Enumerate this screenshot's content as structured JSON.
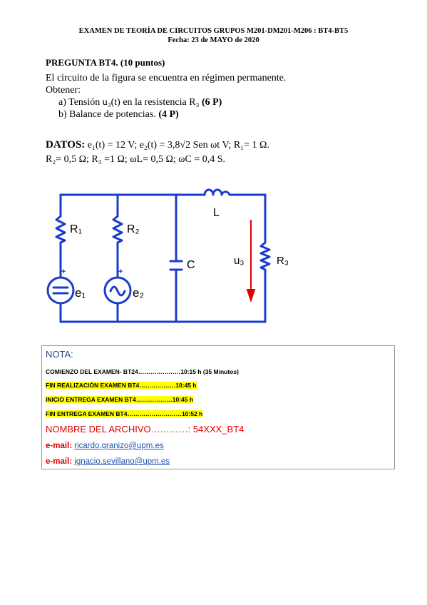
{
  "header": {
    "line1": "EXAMEN DE TEORÍA DE CIRCUITOS GRUPOS M201-DM201-M206 : BT4-BT5",
    "line2": "Fecha: 23 de MAYO de 2020"
  },
  "question": {
    "title": "PREGUNTA BT4. (10 puntos)",
    "line1": "El circuito de la figura se encuentra en régimen permanente.",
    "line2": "Obtener:",
    "item_a_text": "a) Tensión u₃(t) en la resistencia R₃ ",
    "item_a_points": "(6 P)",
    "item_b_text": "b) Balance de potencias. ",
    "item_b_points": "(4 P)"
  },
  "datos": {
    "label": "DATOS:",
    "line1": " e₁(t) = 12 V; e₂(t) = 3,8√2 Sen ωt V; R₁= 1 Ω.",
    "line2": "R₂= 0,5 Ω; R₃ =1 Ω; ωL= 0,5 Ω; ωC = 0,4 S."
  },
  "circuit": {
    "R1": "R₁",
    "R2": "R₂",
    "R3": "R₃",
    "L": "L",
    "C": "C",
    "u3": "u₃",
    "e1": "e₁",
    "e2": "e₂",
    "plus": "+",
    "wire_color": "#1a3ccc",
    "arrow_color": "#e00000"
  },
  "nota": {
    "title": "NOTA:",
    "line1": "COMIENZO DEL EXAMEN- BT24…………………10:15 h (35 Minutos)",
    "line2": "FIN REALIZACIÓN EXAMEN BT4………………10:45 h",
    "line3": "INICIO ENTREGA EXAMEN BT4………………10:45 h",
    "line4": "FIN ENTREGA EXAMEN BT4………………………10:52 h",
    "filename": "NOMBRE DEL ARCHIVO…………: 54XXX_BT4",
    "email_label": "e-mail:",
    "email1": "ricardo.granizo@upm.es",
    "email2": "ignacio.sevillano@upm.es"
  }
}
